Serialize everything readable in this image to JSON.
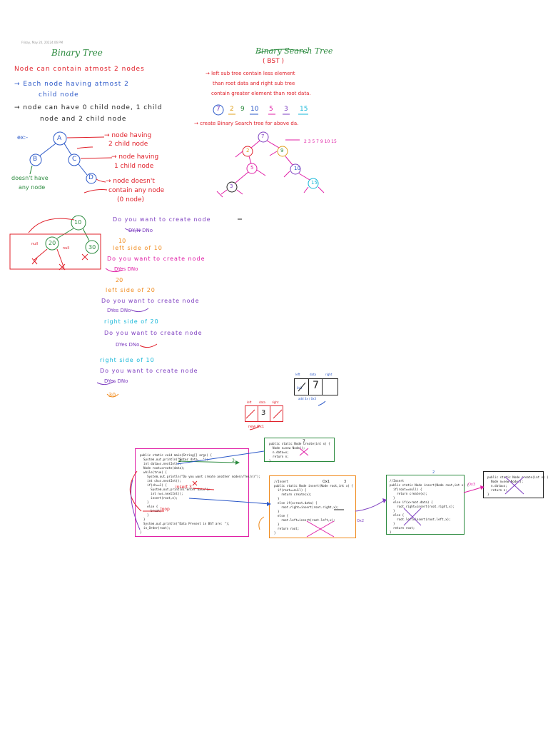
{
  "header": {
    "date": "Friday, May 20, 2022",
    "time": "4:06 PM"
  },
  "binary_tree": {
    "title": "Binary Tree",
    "line1": "Node can contain atmost 2 nodes",
    "line2a": "→ Each node having atmost 2",
    "line2b": "child node",
    "line3a": "→ node can have 0 child node, 1 child",
    "line3b": "node and 2 child node",
    "ex_label": "ex:-",
    "nodes": [
      "A",
      "B",
      "C",
      "D"
    ],
    "ann1a": "→ node having",
    "ann1b": "2 child node",
    "ann2a": "→ node having",
    "ann2b": "1 child node",
    "ann3a": "→ node doesn't",
    "ann3b": "contain any node",
    "ann3c": "(0 node)",
    "left_note1": "doesn't have",
    "left_note2": "any node"
  },
  "bst": {
    "title": "Binary Search Tree",
    "subtitle": "( BST )",
    "desc1": "→ left sub tree contain less element",
    "desc2": "than root data and right sub tree",
    "desc3": "contain greater element than root data.",
    "seq": [
      "7",
      "2",
      "9",
      "10",
      "5",
      "3",
      "15"
    ],
    "create_line": "→ create Binary Search tree for above da.",
    "sorted": "2 3 5 7 9 10 15",
    "tree_nodes": [
      "7",
      "2",
      "9",
      "5",
      "10",
      "3",
      "15"
    ]
  },
  "node_prompts": {
    "nodes": [
      "10",
      "20",
      "30"
    ],
    "null_left": "null",
    "null_right": "null",
    "q1": "Do you want to create node",
    "q1_opt": "DY/N  DNo",
    "v1": "10",
    "s2": "left side of 10",
    "q2": "Do you want to create node",
    "q2_opt": "DYes  DNo",
    "v2": "20",
    "s3": "left side of 20",
    "q3": "Do you want to create node",
    "q3_opt": "DYes  DNo",
    "s4": "right side of 20",
    "q4": "Do you want to create node",
    "q4_opt": "DYes  DNo",
    "s5": "right side of 10",
    "q5": "Do you want to create node",
    "q5_opt": "DYes  DNo",
    "v5": "30"
  },
  "node_diagrams": {
    "top_headers": [
      "left",
      "data",
      "right"
    ],
    "top_value": "7",
    "top_addr": "0x3",
    "top_note": "add 3x / 0x3",
    "bottom_headers": [
      "left",
      "data",
      "right"
    ],
    "bottom_value": "3",
    "bottom_addr": "new Ox1"
  },
  "code": {
    "main": [
      "public static void main(String[] args) {",
      "  System.out.println(\"Enter data...\");",
      "  int data=s.nextInt();",
      "  Node root=create(data);",
      "  while(true) {",
      "    System.out.println(\"Do you want create another node(n/Yes/n)\");",
      "    int ch=s.nextInt();",
      "    if(ch==1) {",
      "      System.out.println(\"Enter data\");",
      "      int n=s.nextInt();",
      "      insert(root,n);",
      "    }",
      "    else {",
      "      break;",
      "    }",
      "  }",
      "  System.out.println(\"Data Present in BST are: \");",
      "  in_Order(root);",
      "}"
    ],
    "create_small": [
      "public static Node create(int x) {",
      "  Node n=new Node();",
      "  n.data=x;",
      "  return n;",
      "}"
    ],
    "insert_orange": [
      "//Insert",
      "public static Node insert(Node root,int x) {",
      "  if(root==null) {",
      "    return create(x);",
      "  }",
      "  else if(x>root.data) {",
      "    root.right=insert(root.right,x);",
      "  }",
      "  else {",
      "    root.left=insert(root.left,x);",
      "  }",
      "  return root;",
      "}"
    ],
    "insert_green": [
      "//Insert",
      "public static Node insert(Node root,int x) {",
      "  if(root==null) {",
      "    return create(x);",
      "  }",
      "  else if(x>root.data) {",
      "    root.right=insert(root.right,x);",
      "  }",
      "  else {",
      "    root.left=insert(root.left,x);",
      "  }",
      "  return root;",
      "}"
    ],
    "create_right": [
      "public static Node create(int x) {",
      "  Node n=new Node();",
      "  n.data=x;",
      "  return n;",
      "}"
    ]
  },
  "annotations": {
    "loop_label": "loop",
    "insert_note": "insert 3",
    "arrow_2": "2",
    "arrow_3": "3",
    "note_ox1": "Ox1",
    "note_ox2": "Ox2",
    "note_3": "3",
    "note_7": "7",
    "note_2": "2",
    "note_ox3": "Ox3"
  },
  "colors": {
    "red": "#e0202a",
    "blue": "#2b58c8",
    "black": "#222222",
    "green": "#2b8a3e",
    "magenta": "#e01fa6",
    "orange": "#f08a1c",
    "purple": "#7e3fc0",
    "cyan": "#16b7d8"
  }
}
